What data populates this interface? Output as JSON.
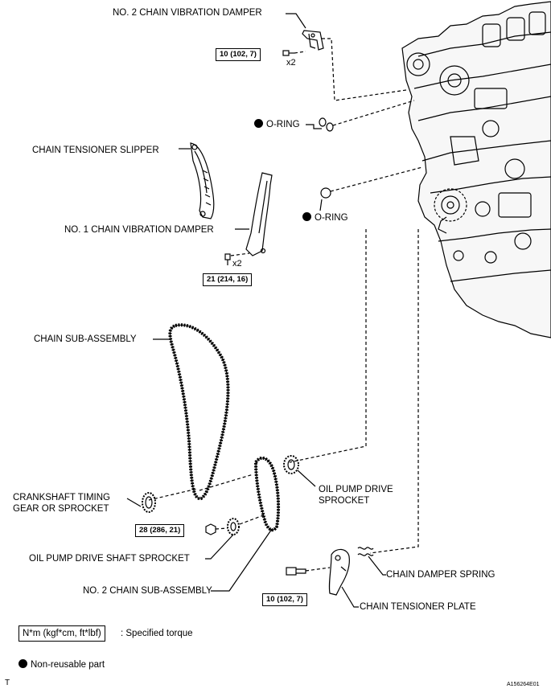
{
  "labels": {
    "no2_damper": "NO. 2 CHAIN VIBRATION DAMPER",
    "oring_top": "O-RING",
    "tensioner_slipper": "CHAIN TENSIONER SLIPPER",
    "oring_mid": "O-RING",
    "no1_damper": "NO. 1 CHAIN VIBRATION DAMPER",
    "chain_sub": "CHAIN SUB-ASSEMBLY",
    "crank_gear_line1": "CRANKSHAFT TIMING",
    "crank_gear_line2": "GEAR OR SPROCKET",
    "oil_pump_drive_line1": "OIL PUMP DRIVE",
    "oil_pump_drive_line2": "SPROCKET",
    "oil_pump_shaft": "OIL PUMP DRIVE SHAFT SPROCKET",
    "no2_chain_sub": "NO. 2 CHAIN SUB-ASSEMBLY",
    "damper_spring": "CHAIN DAMPER SPRING",
    "tensioner_plate": "CHAIN TENSIONER PLATE"
  },
  "torques": {
    "t_damper2": "10 (102, 7)",
    "t_damper1": "21 (214, 16)",
    "t_oil_pump": "28 (286, 21)",
    "t_tensioner": "10 (102, 7)"
  },
  "multipliers": {
    "m1": "x2",
    "m2": "x2"
  },
  "legend": {
    "torque_box": "N*m (kgf*cm, ft*lbf)",
    "torque_text": ": Specified torque",
    "nonreusable": "Non-reusable part"
  },
  "corner": {
    "left": "T",
    "right": "A156264E01"
  }
}
